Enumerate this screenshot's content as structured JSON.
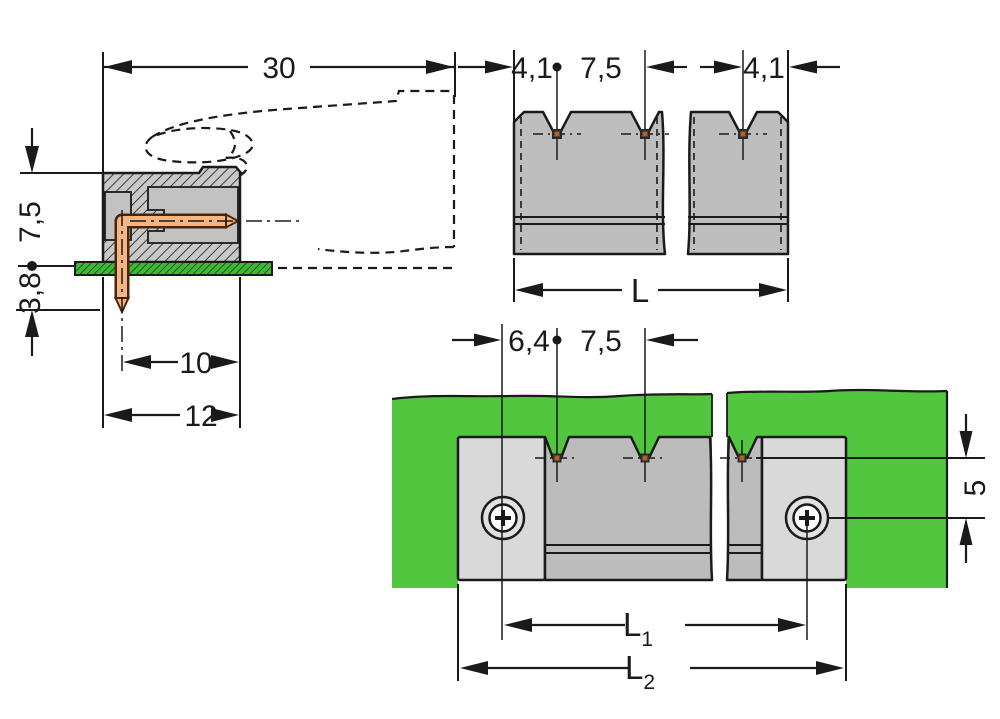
{
  "drawing": {
    "type": "connector-dimension-drawing",
    "views": {
      "side_view": {
        "dims": {
          "overall_width": "30",
          "height_above_board": "7,5",
          "pin_length_below_board": "3,8",
          "inner_depth": "10",
          "total_depth": "12"
        }
      },
      "front_view": {
        "dims": {
          "edge_to_pin_left": "4,1",
          "pin_pitch": "7,5",
          "edge_to_pin_right": "4,1",
          "length_label": "L"
        }
      },
      "top_view": {
        "dims": {
          "screw_to_pin": "6,4",
          "pin_pitch": "7,5",
          "row_offset": "5",
          "l1_label": "L",
          "l1_sub": "1",
          "l2_label": "L",
          "l2_sub": "2"
        }
      }
    },
    "colors": {
      "ink": "#1a1a1a",
      "body_gray": "#bcbcbc",
      "front_body_gray": "#bebebe",
      "flange_gray": "#d9d9d9",
      "cavity_gray": "#c2c2c2",
      "hatch_gray": "#c9c9c9",
      "pcb_green": "#52c63e",
      "pcb_strip_green": "#3eb935",
      "copper_fill": "#f5b584",
      "copper_outline": "#4a2508",
      "pin_core": "#b06030"
    }
  }
}
